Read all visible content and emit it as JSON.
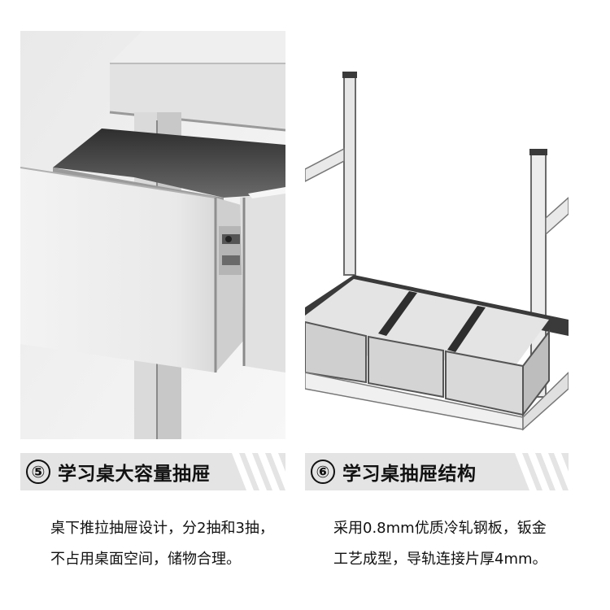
{
  "sections": [
    {
      "number": "⑤",
      "title": "学习桌大容量抽屉",
      "desc_line1": "桌下推拉抽屉设计，分2抽和3抽，",
      "desc_line2": "不占用桌面空间，储物合理。"
    },
    {
      "number": "⑥",
      "title": "学习桌抽屉结构",
      "desc_line1": "采用0.8mm优质冷轧钢板，钣金",
      "desc_line2": "工艺成型，导轨连接片厚4mm。"
    }
  ],
  "colors": {
    "banner_bg": "#e4e4e4",
    "metal_light": "#f2f2f2",
    "metal_mid": "#d6d6d6",
    "metal_dark": "#3a3a3a"
  }
}
